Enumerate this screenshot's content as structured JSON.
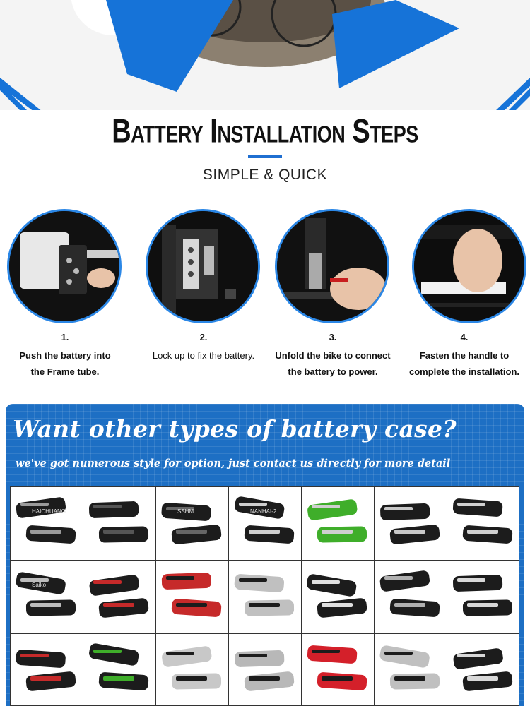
{
  "heading": {
    "title": "Battery Installation Steps",
    "subtitle": "SIMPLE & QUICK",
    "accent_color": "#1f6fd1"
  },
  "steps": [
    {
      "number": "1.",
      "line1": "Push the battery into",
      "line2": "the Frame tube."
    },
    {
      "number": "2.",
      "line1": "Lock up to fix the battery.",
      "line2": ""
    },
    {
      "number": "3.",
      "line1": "Unfold the bike to connect",
      "line2": "the battery to power."
    },
    {
      "number": "4.",
      "line1": "Fasten the handle to",
      "line2": "complete the installation."
    }
  ],
  "promo": {
    "title": "Want other types of battery case?",
    "subtitle": "we've got numerous style for option, just contact us directly for more detail",
    "panel_color": "#1d6fc4"
  },
  "products": [
    {
      "label": "HAICHUANG"
    },
    {
      "label": ""
    },
    {
      "label": "SSHM"
    },
    {
      "label": "NANHAI-2"
    },
    {
      "label": ""
    },
    {
      "label": ""
    },
    {
      "label": ""
    },
    {
      "label": "Saiko"
    },
    {
      "label": ""
    },
    {
      "label": ""
    },
    {
      "label": ""
    },
    {
      "label": ""
    },
    {
      "label": ""
    },
    {
      "label": ""
    },
    {
      "label": ""
    },
    {
      "label": ""
    },
    {
      "label": ""
    },
    {
      "label": ""
    },
    {
      "label": ""
    },
    {
      "label": ""
    },
    {
      "label": ""
    }
  ]
}
